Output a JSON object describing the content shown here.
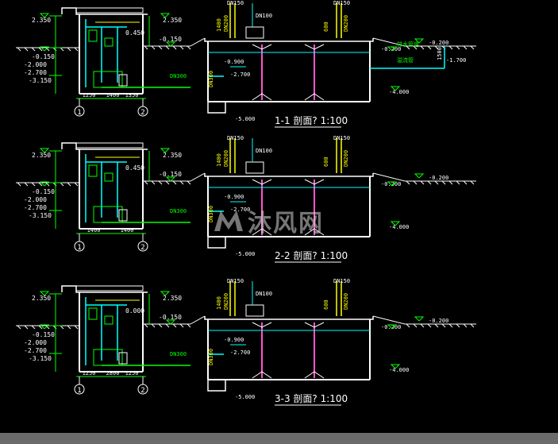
{
  "colors": {
    "background": "#000000",
    "structure": "#ffffff",
    "dimension": "#00ff00",
    "pipe": "#00ffff",
    "equipment": "#00ff00",
    "column": "#ff55cc",
    "marker": "#ffff00",
    "statusbar": "#6b6b6b"
  },
  "watermark": {
    "text": "沐风网",
    "icon": "mf-logo-icon"
  },
  "sections": [
    {
      "title": "1-1 剖面? 1:100",
      "left": {
        "top_elev": "2.350",
        "right_top_elev": "2.350",
        "ground_elev": "-0.150",
        "mid_elev": "-2.000",
        "low_elev": "-2.700",
        "bottom_elev": "-3.150",
        "inner_elev": "0.450",
        "pipe_label": "DN300",
        "axis_a": "1",
        "axis_b": "2",
        "dims": [
          "1250",
          "1400",
          "1350"
        ]
      },
      "tank": {
        "pipe_top_left": "DN150",
        "pipe_top_mid": "DN100",
        "pipe_top_right": "DN150",
        "vert_label_1": "1400",
        "vert_label_2": "DN200",
        "vert_label_3": "600",
        "ground_left": "-0.150",
        "ground_right": "-0.200",
        "water_top": "-0.200",
        "water_mid": "-0.900",
        "inner_low": "-2.700",
        "floor": "-4.000",
        "sump": "-5.000",
        "side_label": "DN300",
        "extra_1": "排水管道",
        "extra_2": "溢流管",
        "right_far_a": "-0.200",
        "right_far_b": "-1.700",
        "right_dim": "1500"
      }
    },
    {
      "title": "2-2 剖面? 1:100",
      "left": {
        "top_elev": "2.350",
        "right_top_elev": "2.350",
        "ground_elev": "-0.150",
        "mid_elev": "-2.000",
        "low_elev": "-2.700",
        "bottom_elev": "-3.150",
        "inner_elev": "0.450",
        "pipe_label": "DN300",
        "axis_a": "1",
        "axis_b": "2",
        "dims": [
          "1400",
          "1400"
        ]
      },
      "tank": {
        "pipe_top_left": "DN150",
        "pipe_top_mid": "DN100",
        "pipe_top_right": "DN150",
        "vert_label_1": "1400",
        "vert_label_2": "DN200",
        "vert_label_3": "600",
        "ground_left": "-0.150",
        "ground_right": "-0.200",
        "water_top": "-0.200",
        "water_mid": "-0.900",
        "inner_low": "-2.700",
        "floor": "-4.000",
        "sump": "-5.000",
        "side_label": "DN300",
        "extra_1": "",
        "extra_2": "",
        "right_far_a": "-0.200",
        "right_far_b": "",
        "right_dim": ""
      }
    },
    {
      "title": "3-3 剖面? 1:100",
      "left": {
        "top_elev": "2.350",
        "right_top_elev": "2.350",
        "ground_elev": "-0.150",
        "mid_elev": "-2.000",
        "low_elev": "-2.700",
        "bottom_elev": "-3.150",
        "inner_elev": "0.000",
        "pipe_label": "DN300",
        "axis_a": "1",
        "axis_b": "2",
        "dims": [
          "1250",
          "2800",
          "1250"
        ]
      },
      "tank": {
        "pipe_top_left": "DN150",
        "pipe_top_mid": "DN100",
        "pipe_top_right": "DN150",
        "vert_label_1": "1400",
        "vert_label_2": "DN200",
        "vert_label_3": "600",
        "ground_left": "-0.150",
        "ground_right": "-0.200",
        "water_top": "-0.200",
        "water_mid": "-0.900",
        "inner_low": "-2.700",
        "floor": "-4.000",
        "sump": "-5.000",
        "side_label": "DN300",
        "extra_1": "",
        "extra_2": "",
        "right_far_a": "-0.200",
        "right_far_b": "",
        "right_dim": ""
      }
    }
  ]
}
